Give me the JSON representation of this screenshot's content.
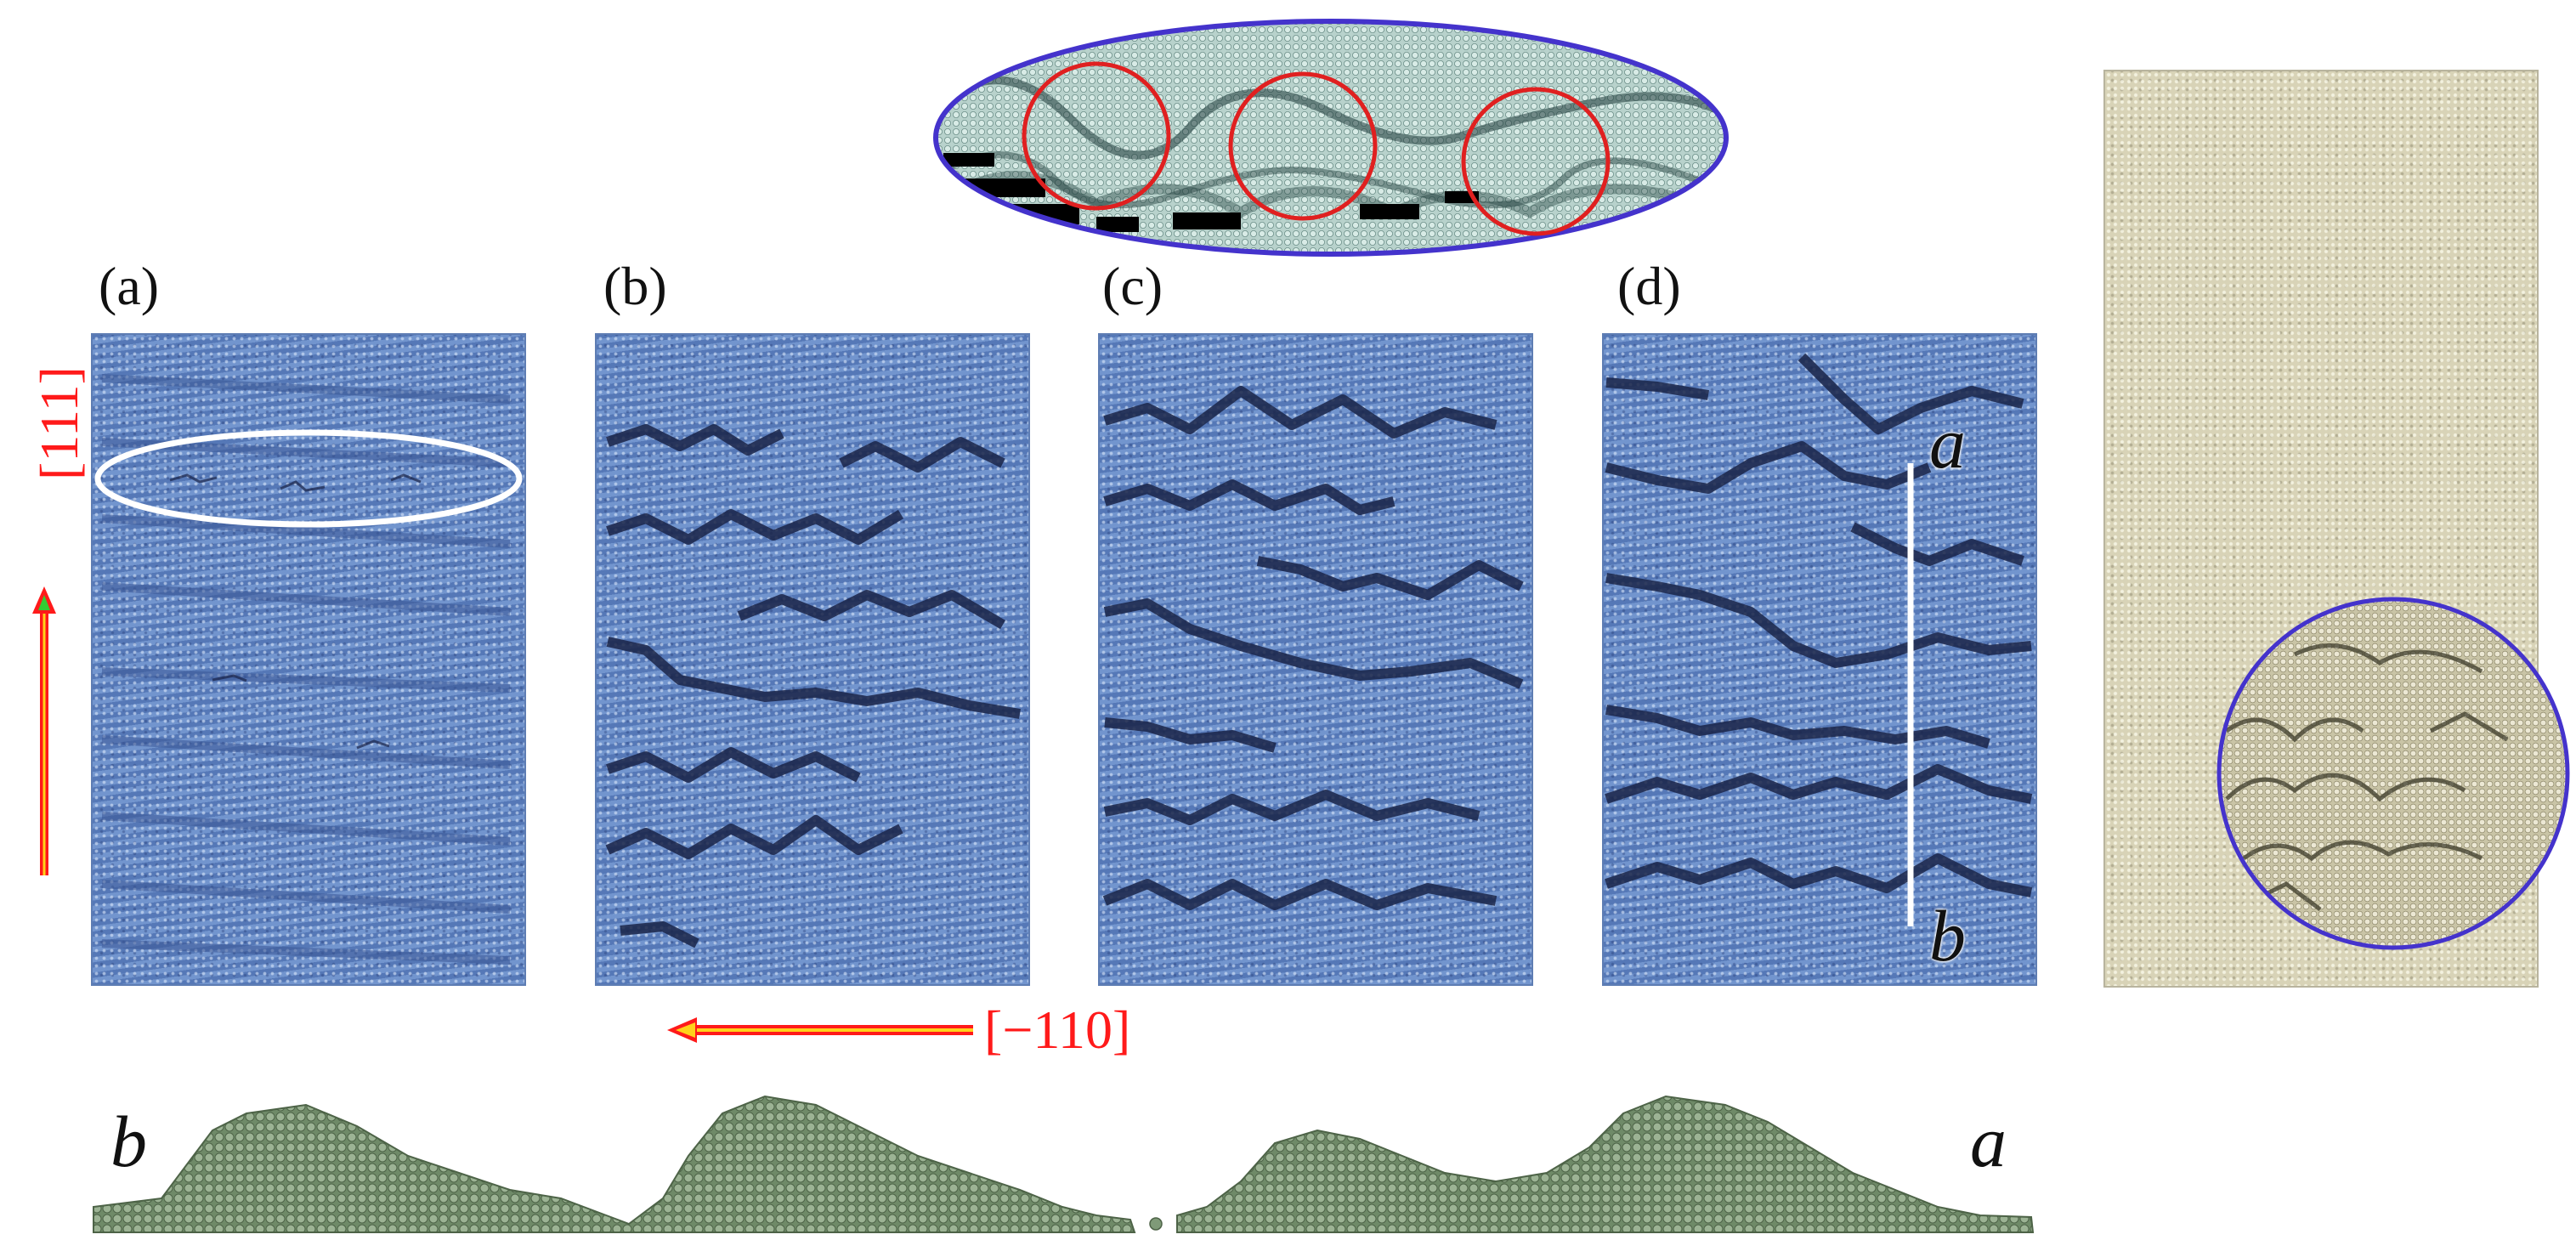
{
  "panels": {
    "a": {
      "label": "(a)"
    },
    "b": {
      "label": "(b)"
    },
    "c": {
      "label": "(c)"
    },
    "d": {
      "label": "(d)"
    }
  },
  "axes": {
    "vertical": "[111]",
    "horizontal": "[−110]"
  },
  "line_ends": {
    "top": "a",
    "bottom": "b"
  },
  "profile_ends": {
    "left": "b",
    "right": "a"
  },
  "colors": {
    "panel_blue": "#5f86c7",
    "wave_dark": "#1a2448",
    "arrow_red": "#ff1a1a",
    "arrow_yellow": "#ffd21a",
    "axis_text": "#ff1a1a",
    "highlight_circle": "#e02020",
    "inset_border": "#4433cc",
    "profile_green": "#7f9a78",
    "beige": "#d8d3b7"
  }
}
